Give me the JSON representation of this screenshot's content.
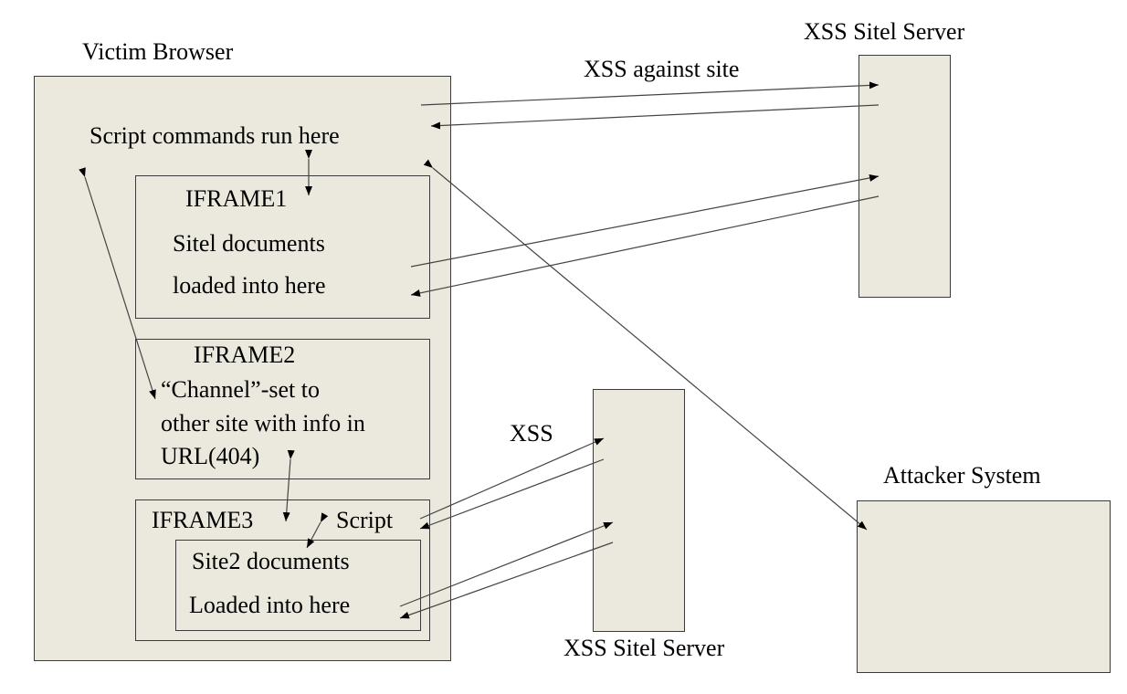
{
  "victim": {
    "title": "Victim Browser",
    "script_label": "Script commands run here",
    "iframe1": {
      "title": "IFRAME1",
      "line1": "Sitel documents",
      "line2": "loaded into here"
    },
    "iframe2": {
      "title": "IFRAME2",
      "line1": "“Channel”-set to",
      "line2": "other site with info in",
      "line3": "URL(404)"
    },
    "iframe3": {
      "title": "IFRAME3",
      "script_label": "Script",
      "inner": {
        "line1": "Site2 documents",
        "line2": "Loaded into here"
      }
    }
  },
  "server_top": {
    "title": "XSS Sitel Server",
    "arrow_label": "XSS against site"
  },
  "server_bottom": {
    "title": "XSS Sitel Server",
    "arrow_label": "XSS"
  },
  "attacker": {
    "title": "Attacker System"
  },
  "colors": {
    "box_fill": "#ebe9dd",
    "stroke": "#3a3a3a"
  }
}
